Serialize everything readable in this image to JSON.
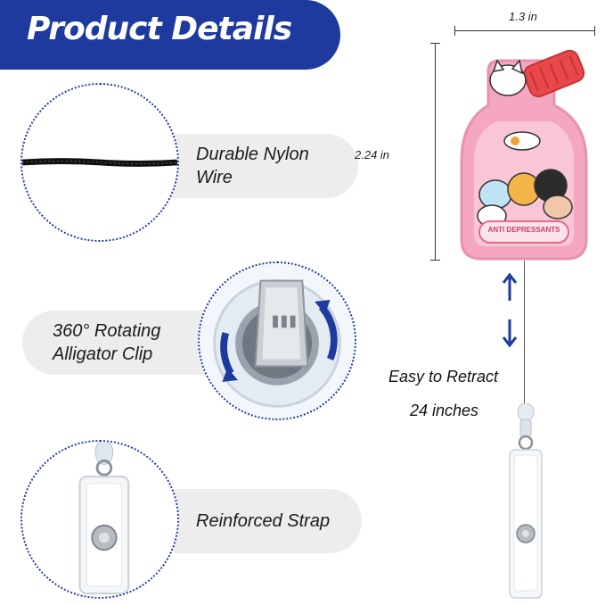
{
  "header": {
    "title": "Product Details"
  },
  "features": [
    {
      "line1": "Durable Nylon",
      "line2": "Wire"
    },
    {
      "line1": "360° Rotating",
      "line2": "Alligator Clip"
    },
    {
      "line1": "Reinforced Strap"
    }
  ],
  "dimensions": {
    "width": "1.3 in",
    "height": "2.24 in"
  },
  "product": {
    "badge_text": "ANTI DEPRESSANTS"
  },
  "retract": {
    "line1": "Easy to Retract",
    "line2": "24 inches"
  },
  "colors": {
    "banner": "#1e3a9e",
    "jar": "#f4a7bf",
    "lid": "#e8484a",
    "arrow": "#1e3a9e"
  }
}
